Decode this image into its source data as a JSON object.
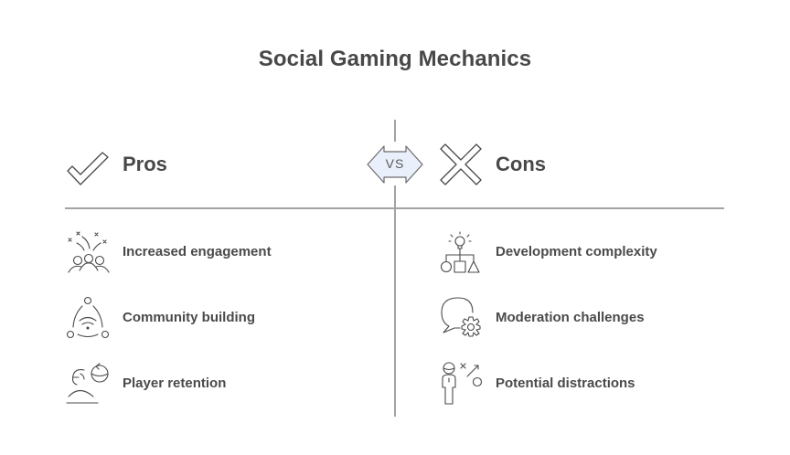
{
  "title": "Social Gaming Mechanics",
  "badge": {
    "label": "VS",
    "fill": "#eaf0fb",
    "stroke": "#6b6b6b"
  },
  "pros": {
    "heading": "Pros",
    "icon": "checkmark-icon",
    "items": [
      {
        "label": "Increased engagement",
        "icon": "celebrating-people-icon"
      },
      {
        "label": "Community building",
        "icon": "connected-network-icon"
      },
      {
        "label": "Player retention",
        "icon": "returning-player-icon"
      }
    ]
  },
  "cons": {
    "heading": "Cons",
    "icon": "x-mark-icon",
    "items": [
      {
        "label": "Development complexity",
        "icon": "idea-hierarchy-icon"
      },
      {
        "label": "Moderation challenges",
        "icon": "chat-gear-icon"
      },
      {
        "label": "Potential distractions",
        "icon": "distracted-person-icon"
      }
    ]
  },
  "colors": {
    "text": "#484848",
    "divider": "#a3a3a3",
    "icon_stroke": "#4a4a4a"
  }
}
